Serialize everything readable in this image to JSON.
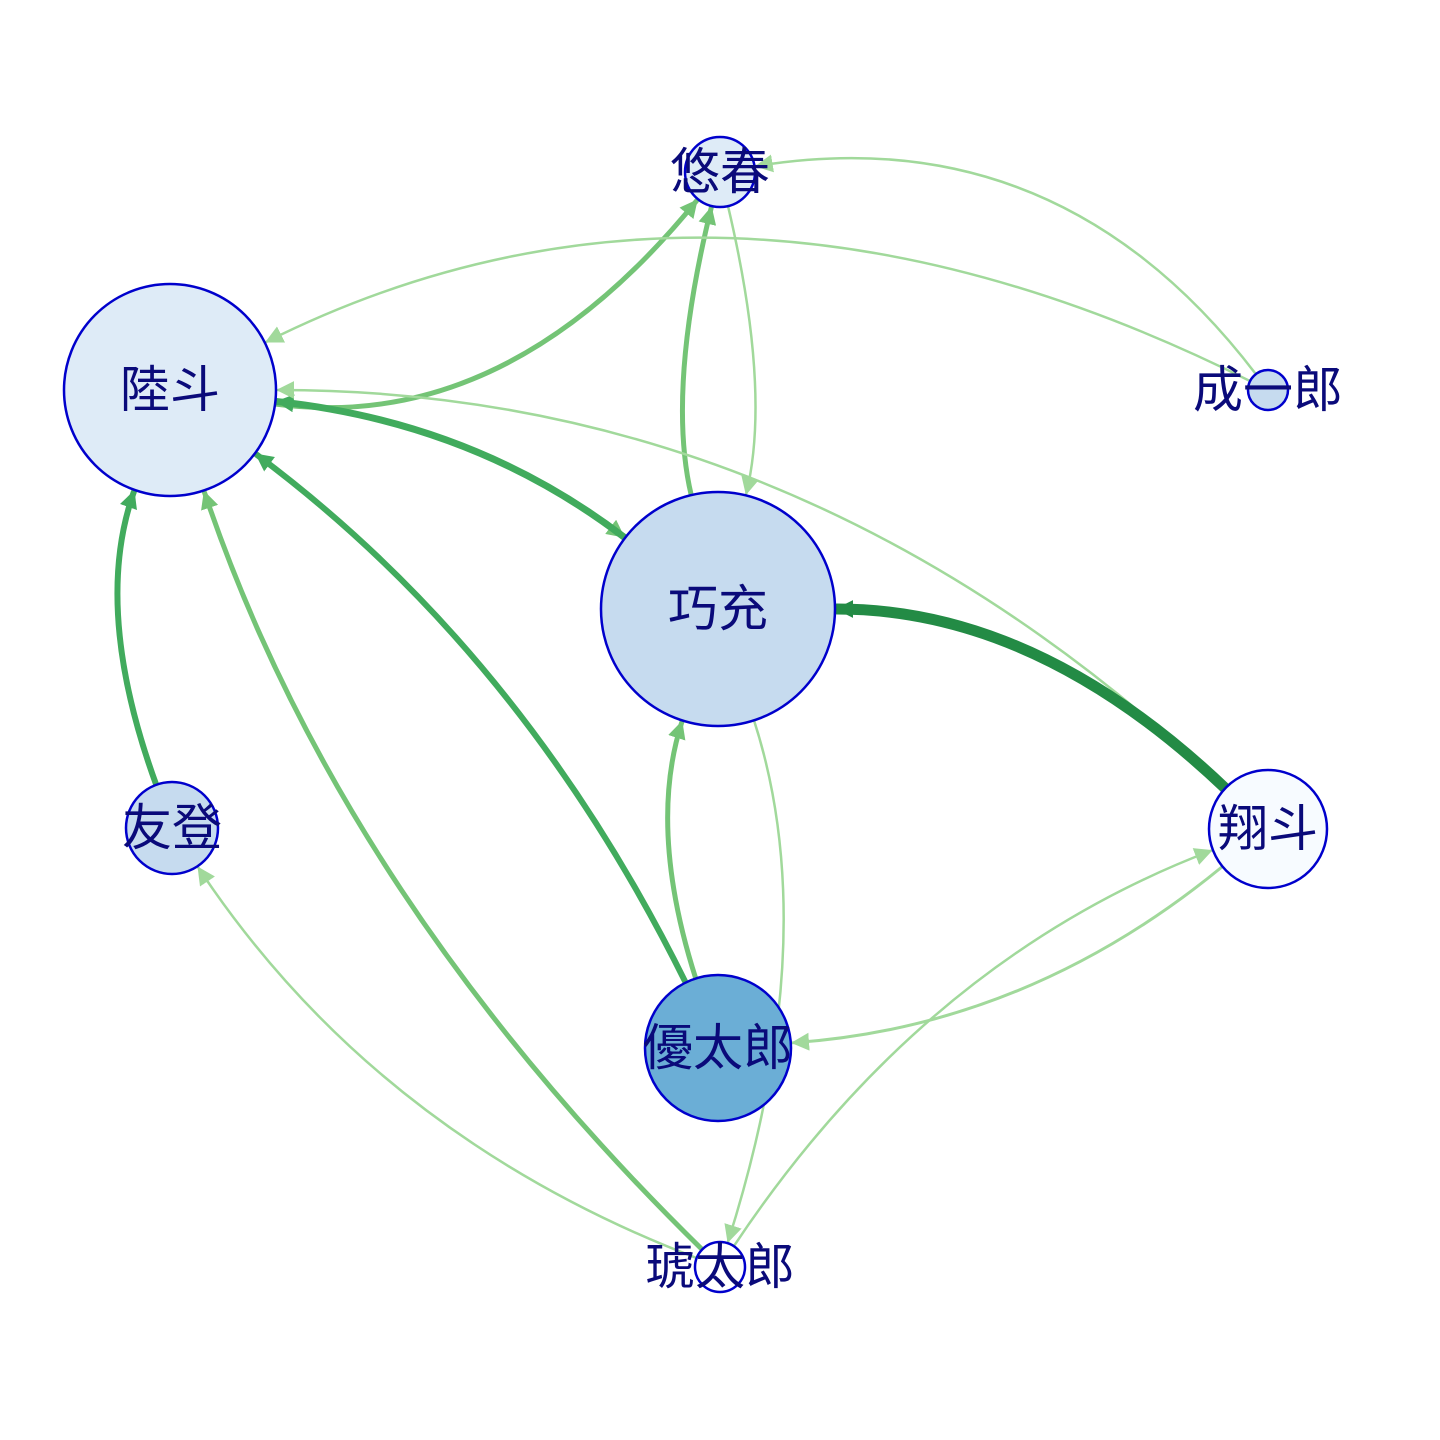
{
  "nodes": [
    {
      "id": "yuharu",
      "label": "悠春",
      "fill": "#deebf7"
    },
    {
      "id": "rikuto",
      "label": "陸斗",
      "fill": "#deebf7"
    },
    {
      "id": "seiichiro",
      "label": "成一郎",
      "fill": "#c6dbef"
    },
    {
      "id": "takumi",
      "label": "巧充",
      "fill": "#c6dbef"
    },
    {
      "id": "yuto",
      "label": "友登",
      "fill": "#c6dbef"
    },
    {
      "id": "shoto",
      "label": "翔斗",
      "fill": "#f7fbff"
    },
    {
      "id": "yutaro",
      "label": "優太郎",
      "fill": "#6baed6"
    },
    {
      "id": "kotaro",
      "label": "琥太郎",
      "fill": "#ffffff"
    }
  ],
  "edges": [
    {
      "from": "rikuto",
      "to": "yuharu",
      "color": "#74c476"
    },
    {
      "from": "takumi",
      "to": "yuharu",
      "color": "#74c476"
    },
    {
      "from": "yuharu",
      "to": "takumi",
      "color": "#a1d99b"
    },
    {
      "from": "seiichiro",
      "to": "yuharu",
      "color": "#a1d99b"
    },
    {
      "from": "seiichiro",
      "to": "rikuto",
      "color": "#a1d99b"
    },
    {
      "from": "rikuto",
      "to": "takumi",
      "color": "#74c476"
    },
    {
      "from": "takumi",
      "to": "rikuto",
      "color": "#41ab5d"
    },
    {
      "from": "shoto",
      "to": "rikuto",
      "color": "#a1d99b"
    },
    {
      "from": "shoto",
      "to": "takumi",
      "color": "#238b45"
    },
    {
      "from": "yuto",
      "to": "rikuto",
      "color": "#41ab5d"
    },
    {
      "from": "yutaro",
      "to": "rikuto",
      "color": "#41ab5d"
    },
    {
      "from": "kotaro",
      "to": "rikuto",
      "color": "#74c476"
    },
    {
      "from": "yutaro",
      "to": "takumi",
      "color": "#74c476"
    },
    {
      "from": "takumi",
      "to": "kotaro",
      "color": "#a1d99b"
    },
    {
      "from": "shoto",
      "to": "yutaro",
      "color": "#a1d99b"
    },
    {
      "from": "kotaro",
      "to": "shoto",
      "color": "#a1d99b"
    },
    {
      "from": "kotaro",
      "to": "yuto",
      "color": "#a1d99b"
    }
  ]
}
